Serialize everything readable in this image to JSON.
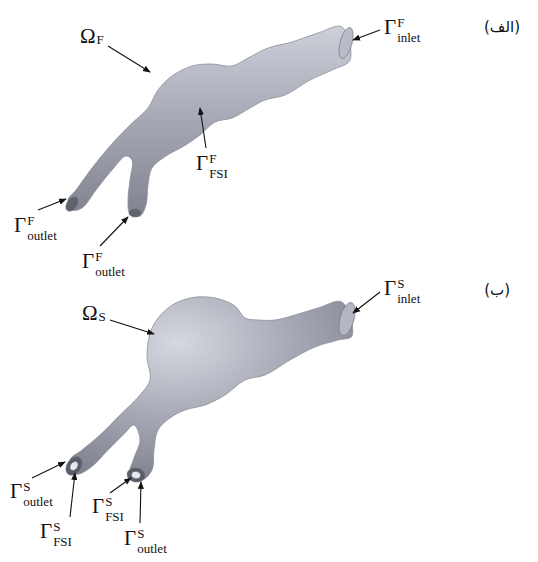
{
  "diagram": {
    "labels": [
      "(الف)",
      "ΓFinlet",
      "ΩF",
      "ΓFFSI",
      "ΓFoutlet",
      "ΓFoutlet",
      "(ب)",
      "ΓSinlet",
      "ΩS",
      "ΓSoutlet",
      "ΓSFSI",
      "ΓSFSI",
      "ΓSoutlet"
    ]
  }
}
